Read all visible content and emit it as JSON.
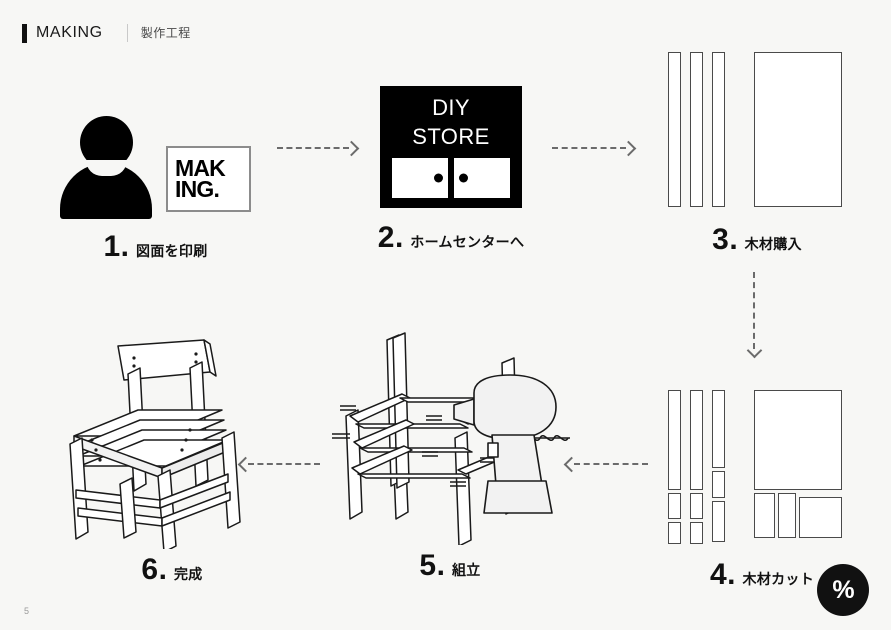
{
  "header": {
    "title": "MAKING",
    "subtitle": "製作工程"
  },
  "steps": [
    {
      "num": "1",
      "dot": ".",
      "label": "図面を印刷",
      "art": "print-drawing"
    },
    {
      "num": "2",
      "dot": ".",
      "label": "ホームセンターへ",
      "art": "diy-store"
    },
    {
      "num": "3",
      "dot": ".",
      "label": "木材購入",
      "art": "lumber-stock"
    },
    {
      "num": "4",
      "dot": ".",
      "label": "木材カット",
      "art": "lumber-cut"
    },
    {
      "num": "5",
      "dot": ".",
      "label": "組立",
      "art": "chair-frame-drill"
    },
    {
      "num": "6",
      "dot": ".",
      "label": "完成",
      "art": "finished-chair"
    }
  ],
  "step1": {
    "logo_line1": "MAK",
    "logo_line2": "ING."
  },
  "step2": {
    "sign_text": "DIY STORE"
  },
  "footer": {
    "page_number": "5",
    "brand": "%"
  },
  "colors": {
    "background": "#f7f7f5",
    "ink": "#111111",
    "line": "#4a4a4a",
    "arrow": "#6b6b6b",
    "muted": "#9a9a9a"
  }
}
